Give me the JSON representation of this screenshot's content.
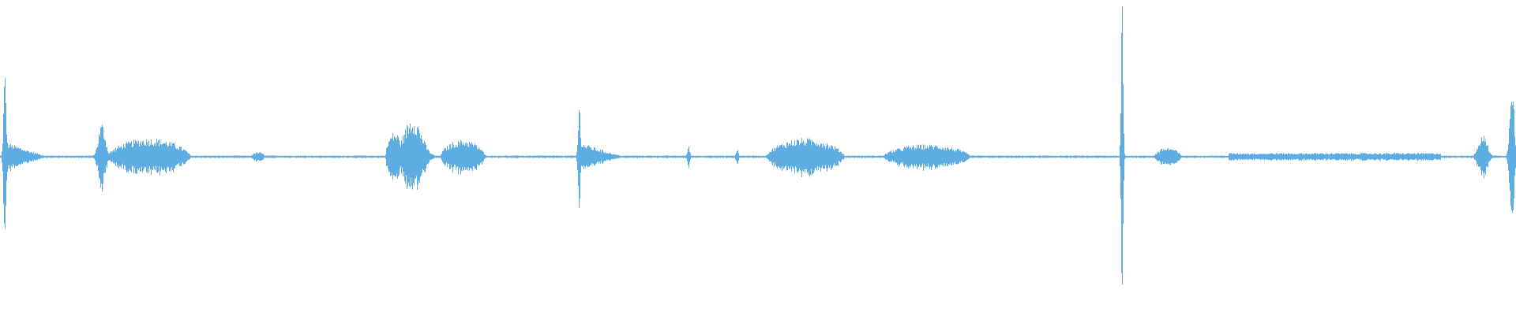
{
  "waveform": {
    "color": "#5dade2",
    "background": "#ffffff",
    "events": [
      {
        "center": 0.003,
        "width": 0.004,
        "amp": 0.28,
        "style": "spike"
      },
      {
        "center": 0.018,
        "width": 0.03,
        "amp": 0.05,
        "style": "decay"
      },
      {
        "center": 0.067,
        "width": 0.008,
        "amp": 0.11,
        "style": "burst"
      },
      {
        "center": 0.098,
        "width": 0.055,
        "amp": 0.06,
        "style": "blob"
      },
      {
        "center": 0.17,
        "width": 0.01,
        "amp": 0.015,
        "style": "blob"
      },
      {
        "center": 0.26,
        "width": 0.012,
        "amp": 0.08,
        "style": "blob"
      },
      {
        "center": 0.272,
        "width": 0.02,
        "amp": 0.13,
        "style": "burst"
      },
      {
        "center": 0.305,
        "width": 0.03,
        "amp": 0.055,
        "style": "blob"
      },
      {
        "center": 0.382,
        "width": 0.004,
        "amp": 0.17,
        "style": "spike"
      },
      {
        "center": 0.397,
        "width": 0.032,
        "amp": 0.05,
        "style": "decay"
      },
      {
        "center": 0.454,
        "width": 0.004,
        "amp": 0.035,
        "style": "spike"
      },
      {
        "center": 0.486,
        "width": 0.004,
        "amp": 0.025,
        "style": "spike"
      },
      {
        "center": 0.531,
        "width": 0.052,
        "amp": 0.06,
        "style": "blob"
      },
      {
        "center": 0.611,
        "width": 0.058,
        "amp": 0.04,
        "style": "blob"
      },
      {
        "center": 0.74,
        "width": 0.003,
        "amp": 0.5,
        "style": "spike"
      },
      {
        "center": 0.77,
        "width": 0.018,
        "amp": 0.03,
        "style": "blob"
      },
      {
        "center": 0.88,
        "width": 0.14,
        "amp": 0.012,
        "style": "noise"
      },
      {
        "center": 0.978,
        "width": 0.01,
        "amp": 0.07,
        "style": "burst"
      },
      {
        "center": 0.997,
        "width": 0.006,
        "amp": 0.3,
        "style": "spike"
      }
    ],
    "baseline_noise": 0.004
  }
}
